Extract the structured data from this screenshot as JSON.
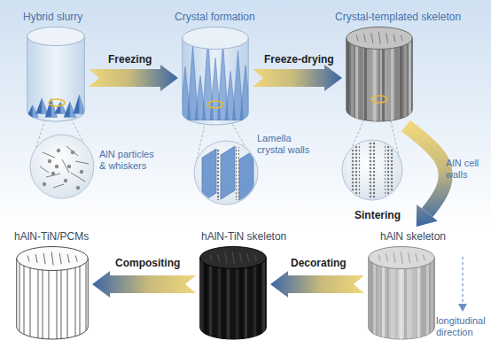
{
  "diagram": {
    "nodes": [
      {
        "text": [
          "Hybrid slurry"
        ]
      },
      {
        "text": [
          "Crystal formation"
        ]
      },
      {
        "text": [
          "Crystal-templated skeleton"
        ]
      },
      {
        "text": [
          "hAlN skeleton"
        ]
      },
      {
        "text": [
          "hAlN-TiN skeleton"
        ]
      },
      {
        "text": [
          "hAlN-TiN/PCMs"
        ]
      }
    ],
    "edges": [
      {
        "from": 0,
        "to": 1,
        "label": "Freezing",
        "arrow": "to"
      },
      {
        "from": 1,
        "to": 2,
        "label": "Freeze-drying",
        "arrow": "to"
      },
      {
        "from": 2,
        "to": 3,
        "label": "Sintering",
        "arrow": "to"
      },
      {
        "from": 3,
        "to": 4,
        "label": "Decorating",
        "arrow": "to"
      },
      {
        "from": 4,
        "to": 5,
        "label": "Compositing",
        "arrow": "to"
      }
    ],
    "labels": [
      "AlN particles & whiskers",
      "Lamella crystal walls",
      "AlN cell walls",
      "longitudinal direction"
    ]
  }
}
